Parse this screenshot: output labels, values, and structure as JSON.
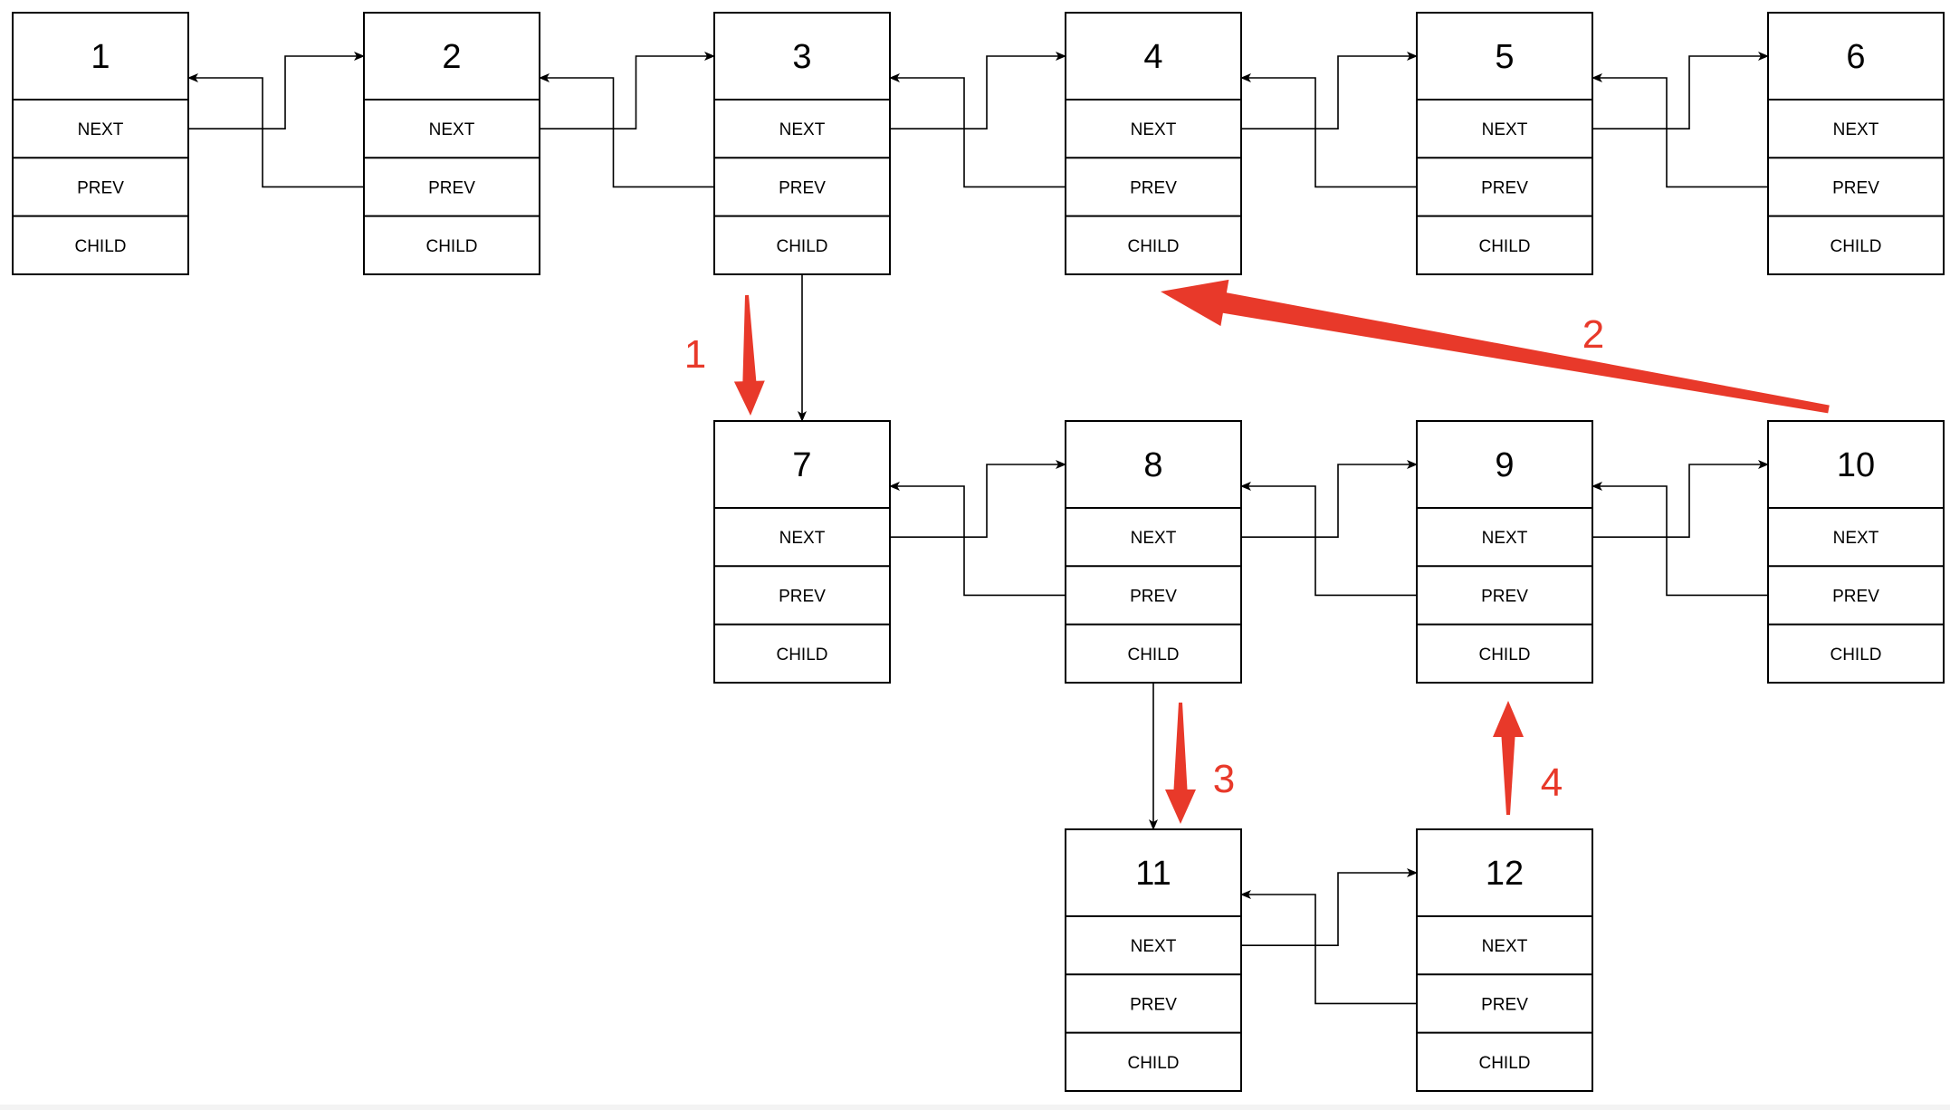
{
  "colors": {
    "node_stroke": "#000000",
    "link_stroke": "#000000",
    "step_arrow": "#e8392a",
    "background": "#ffffff"
  },
  "field_labels": {
    "next": "NEXT",
    "prev": "PREV",
    "child": "CHILD"
  },
  "nodes": [
    {
      "id": "1",
      "label": "1"
    },
    {
      "id": "2",
      "label": "2"
    },
    {
      "id": "3",
      "label": "3"
    },
    {
      "id": "4",
      "label": "4"
    },
    {
      "id": "5",
      "label": "5"
    },
    {
      "id": "6",
      "label": "6"
    },
    {
      "id": "7",
      "label": "7"
    },
    {
      "id": "8",
      "label": "8"
    },
    {
      "id": "9",
      "label": "9"
    },
    {
      "id": "10",
      "label": "10"
    },
    {
      "id": "11",
      "label": "11"
    },
    {
      "id": "12",
      "label": "12"
    }
  ],
  "links": [
    {
      "type": "sibling",
      "from": "1",
      "to": "2"
    },
    {
      "type": "sibling",
      "from": "2",
      "to": "3"
    },
    {
      "type": "sibling",
      "from": "3",
      "to": "4"
    },
    {
      "type": "sibling",
      "from": "4",
      "to": "5"
    },
    {
      "type": "sibling",
      "from": "5",
      "to": "6"
    },
    {
      "type": "sibling",
      "from": "7",
      "to": "8"
    },
    {
      "type": "sibling",
      "from": "8",
      "to": "9"
    },
    {
      "type": "sibling",
      "from": "9",
      "to": "10"
    },
    {
      "type": "sibling",
      "from": "11",
      "to": "12"
    },
    {
      "type": "child",
      "from": "3",
      "to": "7"
    },
    {
      "type": "child",
      "from": "8",
      "to": "11"
    }
  ],
  "steps": [
    {
      "label": "1",
      "from": "3",
      "to": "7"
    },
    {
      "label": "2",
      "from": "10",
      "to": "4"
    },
    {
      "label": "3",
      "from": "8",
      "to": "11"
    },
    {
      "label": "4",
      "from": "12",
      "to": "9"
    }
  ]
}
